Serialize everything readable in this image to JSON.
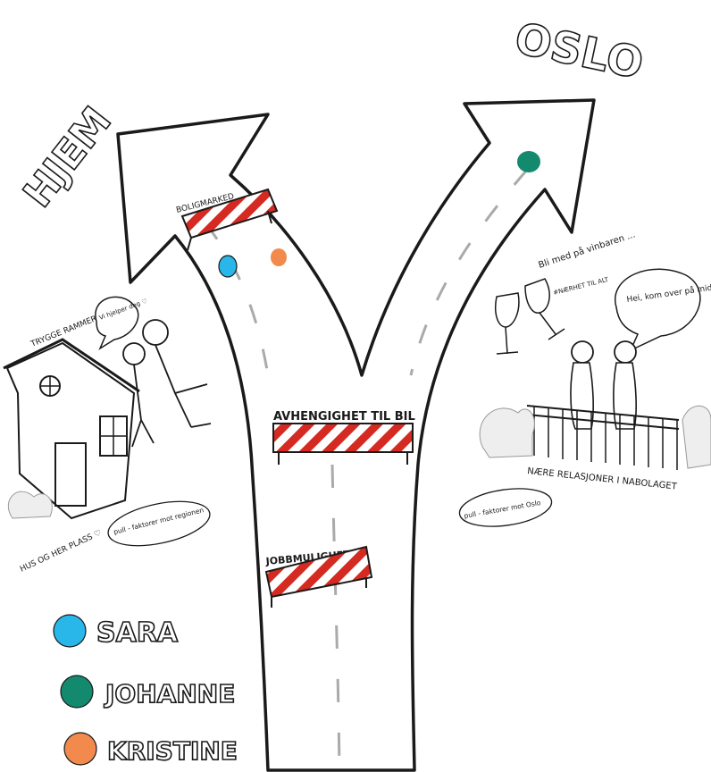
{
  "destinations": {
    "left": "HJEM",
    "right": "OSLO"
  },
  "barriers": {
    "top": "BOLIGMARKED",
    "middle": "AVHENGIGHET TIL BIL",
    "bottom": "JOBBMULIGHETER"
  },
  "home_scene": {
    "frames_label": "TRYGGE RAMMER ♡",
    "speech": "Vi hjelper deg ♡",
    "belonging_label": "HUS OG HER PLASS ♡",
    "pull_factors": "pull - faktorer mot regionen"
  },
  "oslo_scene": {
    "bar_invite": "Bli med på vinbaren ...",
    "hashtag": "#NÆRHET TIL ALT",
    "speech": "Hei, kom over på middag",
    "relations_label": "NÆRE RELASJONER I NABOLAGET",
    "pull_factors": "pull - faktorer mot Oslo"
  },
  "legend": [
    {
      "name": "SARA",
      "color": "#29b6e8"
    },
    {
      "name": "JOHANNE",
      "color": "#138a6e"
    },
    {
      "name": "KRISTINE",
      "color": "#f28a4e"
    }
  ],
  "colors": {
    "stripe_red": "#d42a22",
    "sara": "#29b6e8",
    "johanne": "#138a6e",
    "kristine": "#f28a4e"
  }
}
